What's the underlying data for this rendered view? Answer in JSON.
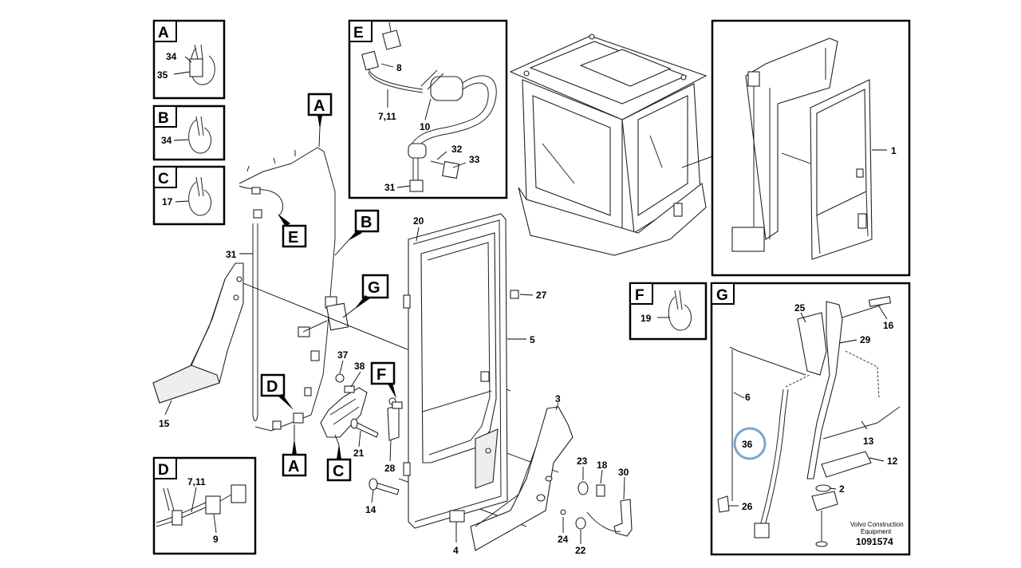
{
  "diagram": {
    "accent_color": "#7ba6cf",
    "detail_boxes": {
      "A": {
        "letter": "A",
        "labels": [
          "34",
          "35"
        ]
      },
      "B": {
        "letter": "B",
        "labels": [
          "34"
        ]
      },
      "C": {
        "letter": "C",
        "labels": [
          "17"
        ]
      },
      "D": {
        "letter": "D",
        "labels": [
          "7,11",
          "9"
        ]
      },
      "E": {
        "letter": "E",
        "labels": [
          "8",
          "7,11",
          "10",
          "32",
          "33",
          "31"
        ]
      },
      "F": {
        "letter": "F",
        "labels": [
          "19"
        ]
      },
      "G": {
        "letter": "G",
        "labels": [
          "25",
          "16",
          "29",
          "6",
          "13",
          "36",
          "12",
          "2",
          "26"
        ]
      }
    },
    "callouts": [
      "A",
      "B",
      "E",
      "G",
      "D",
      "F",
      "A",
      "C"
    ],
    "main_labels": [
      "31",
      "20",
      "27",
      "5",
      "37",
      "38",
      "15",
      "3",
      "21",
      "28",
      "23",
      "18",
      "30",
      "14",
      "4",
      "24",
      "22",
      "1"
    ],
    "highlighted_label": "36",
    "brand_line1": "Volvo Construction",
    "brand_line2": "Equipment",
    "doc_number": "1091574"
  }
}
